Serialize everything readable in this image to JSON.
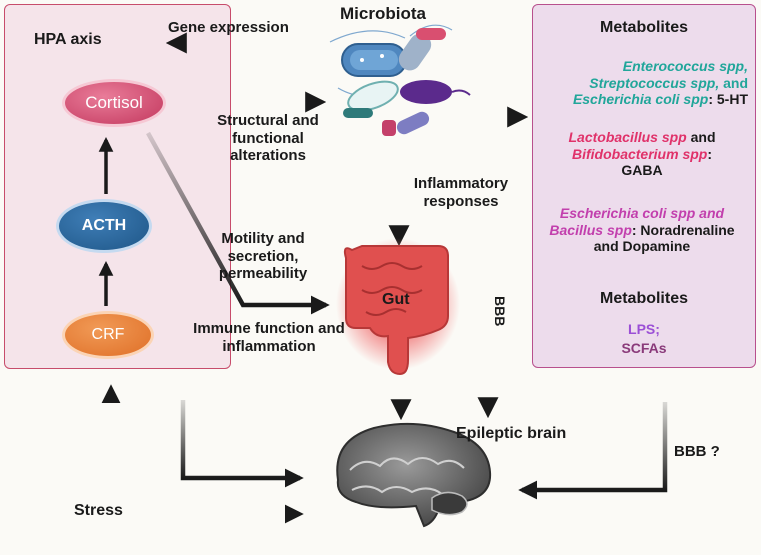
{
  "hpa": {
    "title": "HPA axis",
    "cortisol": "Cortisol",
    "acth": "ACTH",
    "crf": "CRF"
  },
  "microbiota": {
    "title": "Microbiota"
  },
  "labels": {
    "gene_expression": "Gene expression",
    "structural": "Structural and functional alterations",
    "inflammatory": "Inflammatory responses",
    "motility": "Motility and secretion, permeability",
    "immune": "Immune function and inflammation",
    "gut": "Gut",
    "bbb": "BBB",
    "bbb_question": "BBB ?",
    "epileptic_brain": "Epileptic brain",
    "stress": "Stress"
  },
  "metabolites": {
    "title": "Metabolites",
    "group1_bacteria_a": "Enterococcus spp,",
    "group1_bacteria_b": "Streptococcus spp,",
    "group1_and": "and",
    "group1_bacteria_c": "Escherichia coli spp",
    "group1_product": ": 5-HT",
    "group2_bacteria_a": "Lactobacillus spp",
    "group2_and": "and",
    "group2_bacteria_b": "Bifidobacterium spp",
    "group2_colon": ":",
    "group2_product": "GABA",
    "group3_bacteria_a": "Escherichia coli spp and",
    "group3_bacteria_b": "Bacillus spp",
    "group3_product_a": ": Noradrenaline",
    "group3_product_b": "and Dopamine",
    "title2": "Metabolites",
    "lps": "LPS;",
    "scfas": "SCFAs"
  },
  "colors": {
    "hpa_border": "#c74c6b",
    "metabolites_border": "#b8508d",
    "teal": "#21a69a",
    "pink": "#e0326a",
    "magenta": "#c23fad",
    "purple": "#9b4fd6"
  },
  "icons": [
    "bacteria-cluster-icon",
    "gut-icon",
    "brain-icon",
    "arrow-icon"
  ]
}
